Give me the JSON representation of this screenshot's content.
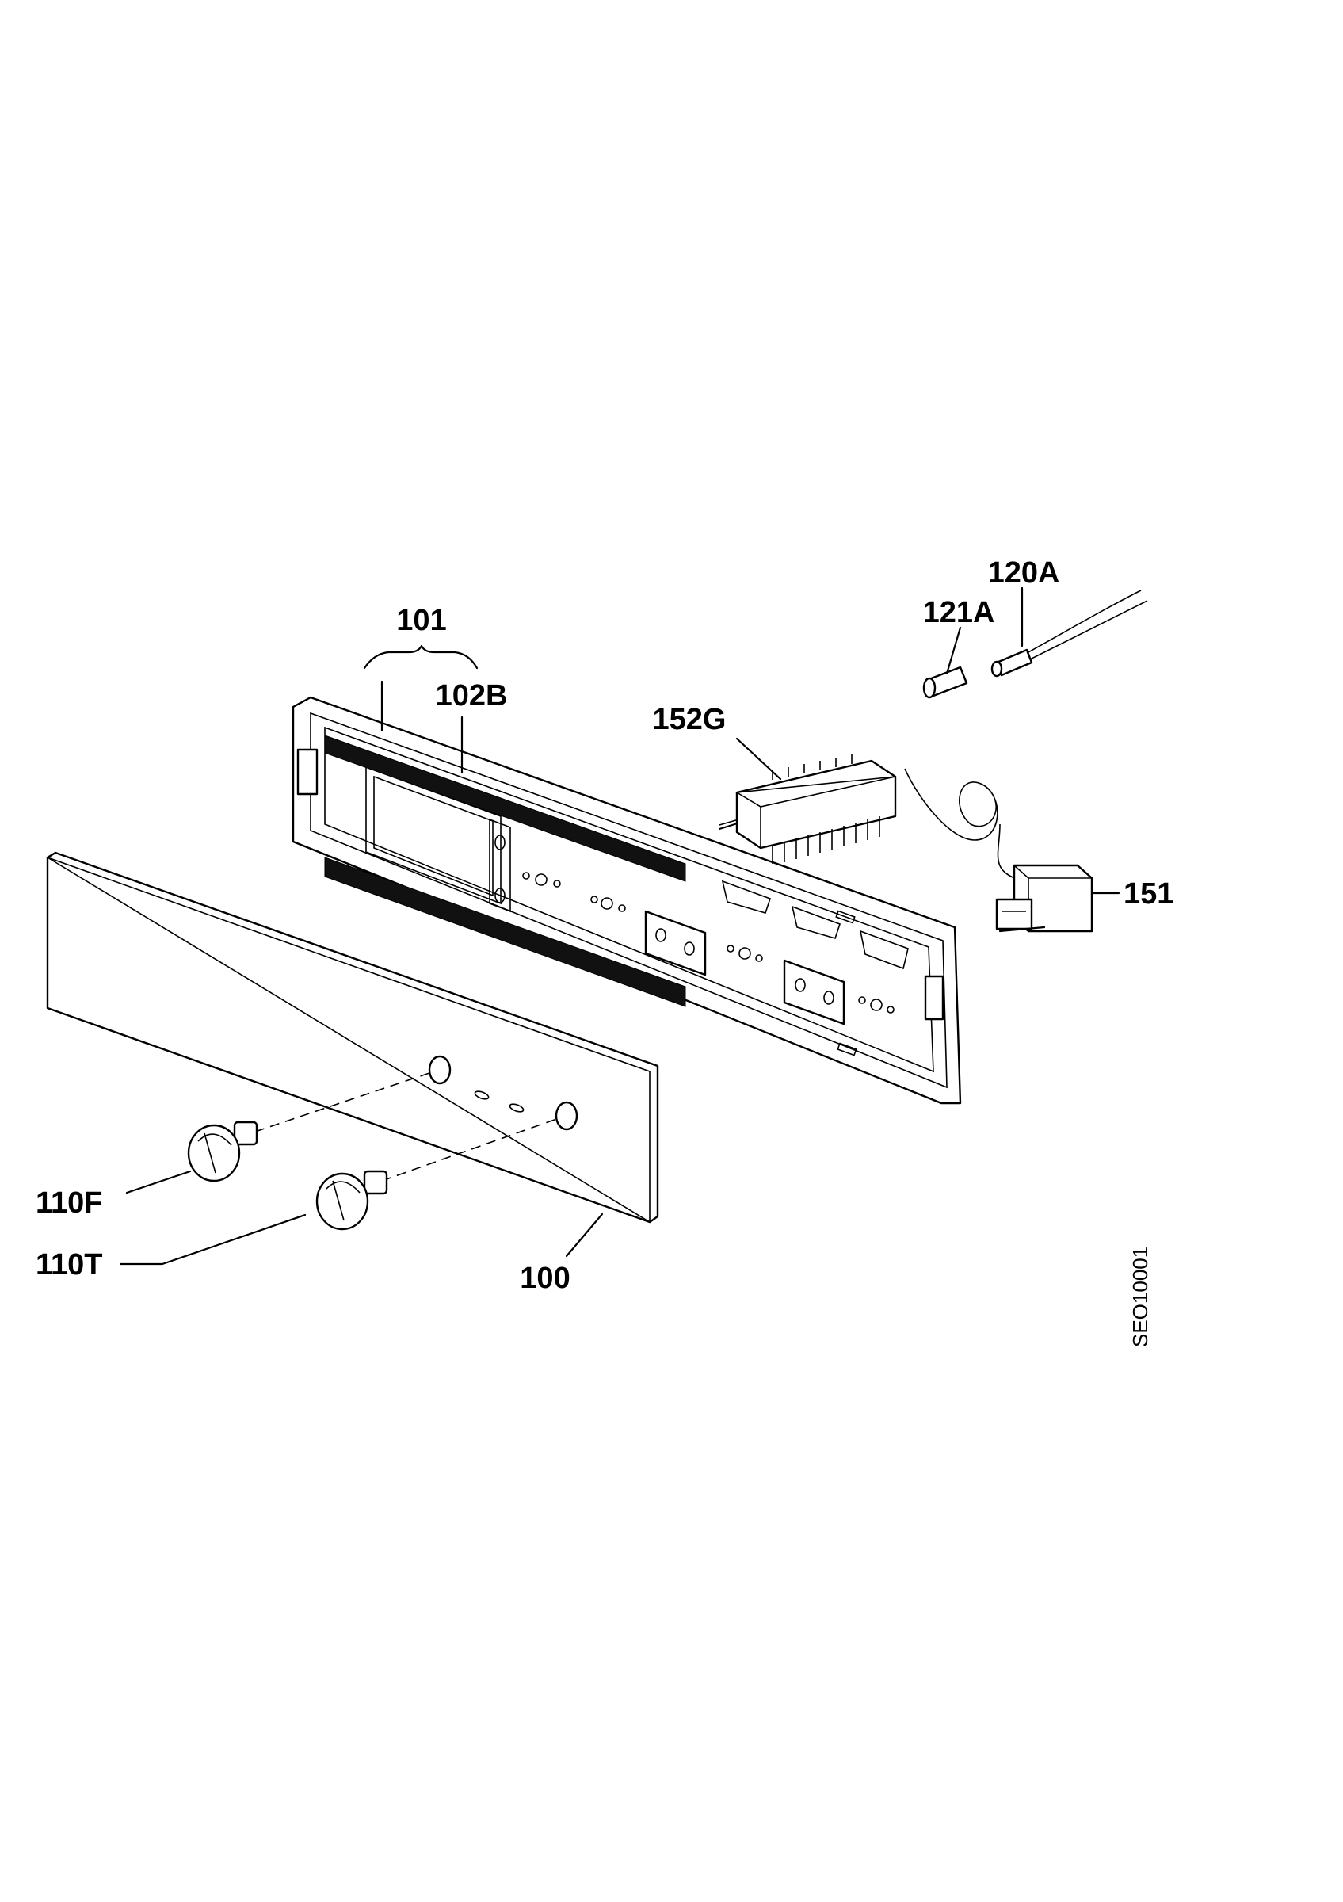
{
  "callouts": {
    "p100": "100",
    "p101": "101",
    "p102b": "102B",
    "p110f": "110F",
    "p110t": "110T",
    "p120a": "120A",
    "p121a": "121A",
    "p151": "151",
    "p152g": "152G"
  },
  "drawing_code": "SEO10001",
  "colors": {
    "line": "#000000",
    "background": "#ffffff"
  }
}
